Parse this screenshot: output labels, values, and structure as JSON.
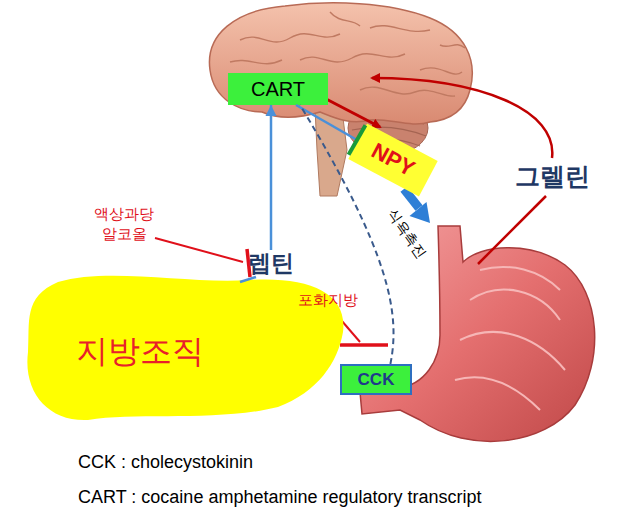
{
  "diagram": {
    "nodes": [
      {
        "text": [
          "CART"
        ]
      },
      {
        "text": [
          "NPY"
        ]
      },
      {
        "text": [
          "지방조직"
        ]
      },
      {
        "text": [
          "CCK"
        ]
      }
    ],
    "edges": [
      {
        "from": 0,
        "to": 1,
        "arrow": "to"
      },
      {
        "from": 2,
        "to": 0,
        "label": "렙틴",
        "arrow": "to"
      },
      {
        "from": 3,
        "to": 0,
        "arrow": "none"
      }
    ],
    "labels": [
      "그렐린",
      "식욕촉진",
      "액상과당 알코올",
      "포화지방",
      "CCK : cholecystokinin",
      "CART : cocaine amphetamine regulatory transcript"
    ]
  }
}
